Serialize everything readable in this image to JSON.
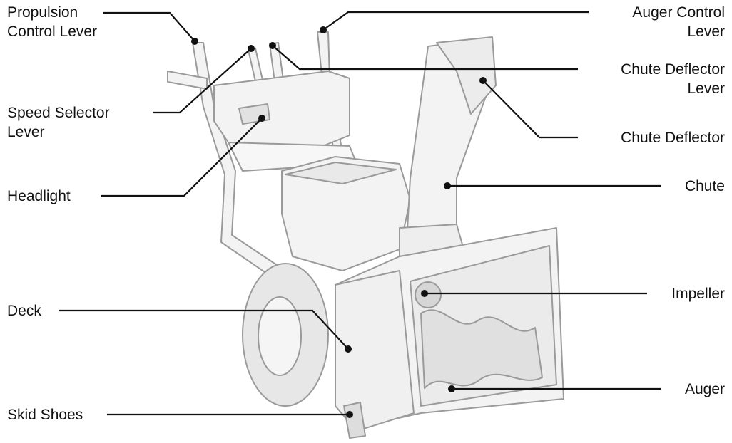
{
  "labels": {
    "propulsion_control_lever": [
      "Propulsion",
      "Control Lever"
    ],
    "speed_selector_lever": [
      "Speed Selector",
      "Lever"
    ],
    "headlight": "Headlight",
    "deck": "Deck",
    "skid_shoes": "Skid Shoes",
    "auger_control_lever": [
      "Auger Control",
      "Lever"
    ],
    "chute_deflector_lever": [
      "Chute Deflector",
      "Lever"
    ],
    "chute_deflector": "Chute Deflector",
    "chute": "Chute",
    "impeller": "Impeller",
    "auger": "Auger"
  },
  "colors": {
    "text": "#111111",
    "leader": "#111111",
    "machine_stroke": "#9a9a9a",
    "machine_fill": "#f2f2f2"
  }
}
